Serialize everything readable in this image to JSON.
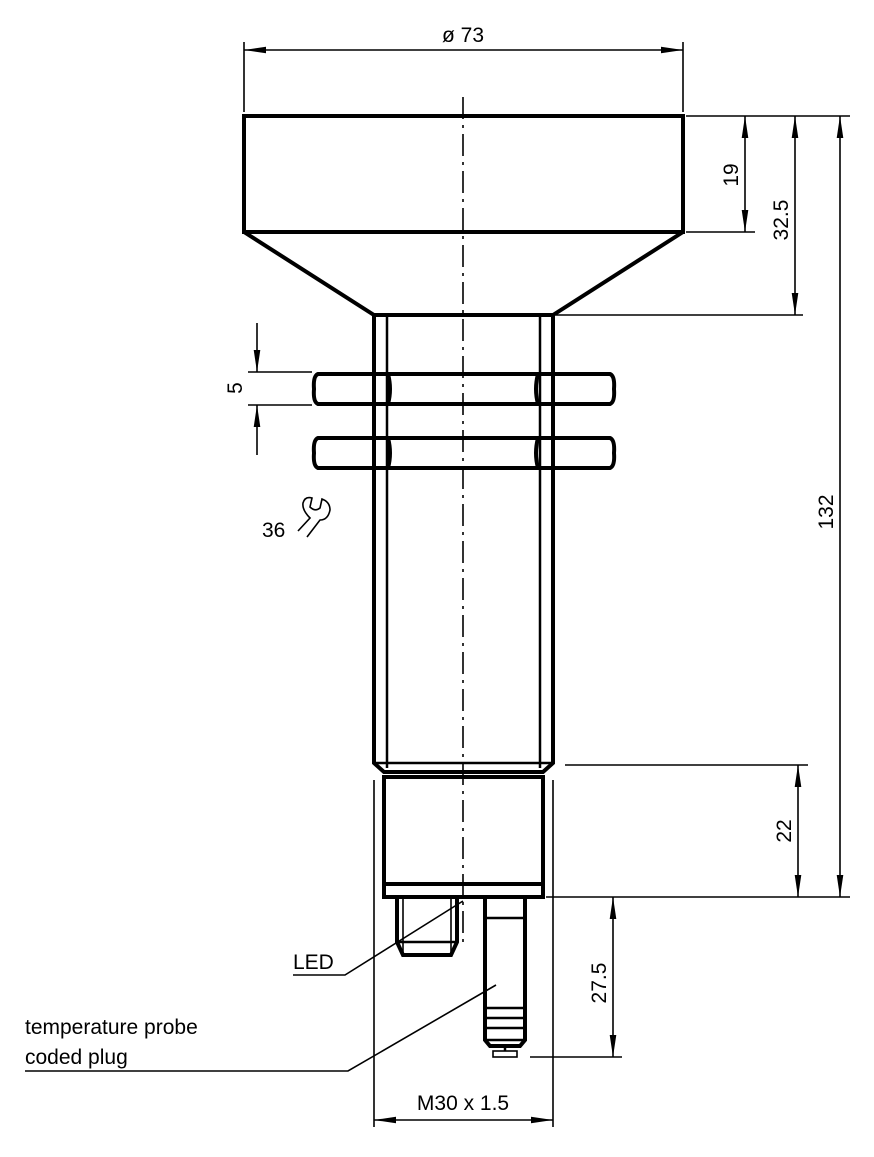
{
  "drawing": {
    "dimensions": {
      "diameter_top": "ø 73",
      "cap_height": "19",
      "head_height": "32.5",
      "total_length": "132",
      "housing_length": "22",
      "probe_length": "27.5",
      "nut_thickness": "5",
      "wrench_size": "36",
      "thread": "M30 x 1.5"
    },
    "labels": {
      "led": "LED",
      "probe_line1": "temperature probe",
      "probe_line2": "coded plug"
    },
    "icons": [
      "wrench-icon"
    ]
  }
}
